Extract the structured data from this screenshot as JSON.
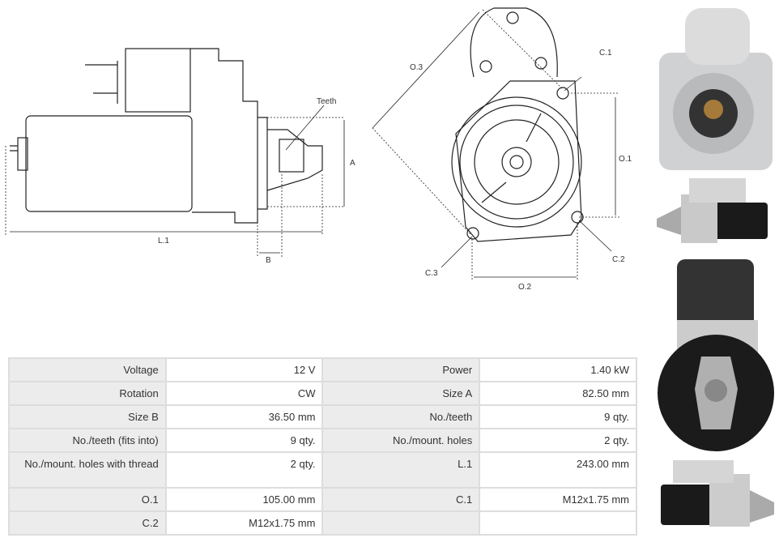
{
  "diagram_labels": {
    "teeth": "Teeth",
    "a": "A",
    "b": "B",
    "l1": "L.1",
    "o1": "O.1",
    "o2": "O.2",
    "o3": "O.3",
    "c1": "C.1",
    "c2": "C.2",
    "c3": "C.3"
  },
  "specs": [
    [
      {
        "k": "Voltage",
        "v": "12 V"
      },
      {
        "k": "Power",
        "v": "1.40 kW"
      }
    ],
    [
      {
        "k": "Rotation",
        "v": "CW"
      },
      {
        "k": "Size A",
        "v": "82.50 mm"
      }
    ],
    [
      {
        "k": "Size B",
        "v": "36.50 mm"
      },
      {
        "k": "No./teeth",
        "v": "9 qty."
      }
    ],
    [
      {
        "k": "No./teeth (fits into)",
        "v": "9 qty."
      },
      {
        "k": "No./mount. holes",
        "v": "2 qty."
      }
    ],
    [
      {
        "k": "No./mount. holes with thread",
        "v": "2 qty."
      },
      {
        "k": "L.1",
        "v": "243.00 mm"
      }
    ],
    [
      {
        "k": "O.1",
        "v": "105.00 mm"
      },
      {
        "k": "C.1",
        "v": "M12x1.75 mm"
      }
    ],
    [
      {
        "k": "C.2",
        "v": "M12x1.75 mm"
      },
      {
        "k": "",
        "v": ""
      }
    ]
  ]
}
